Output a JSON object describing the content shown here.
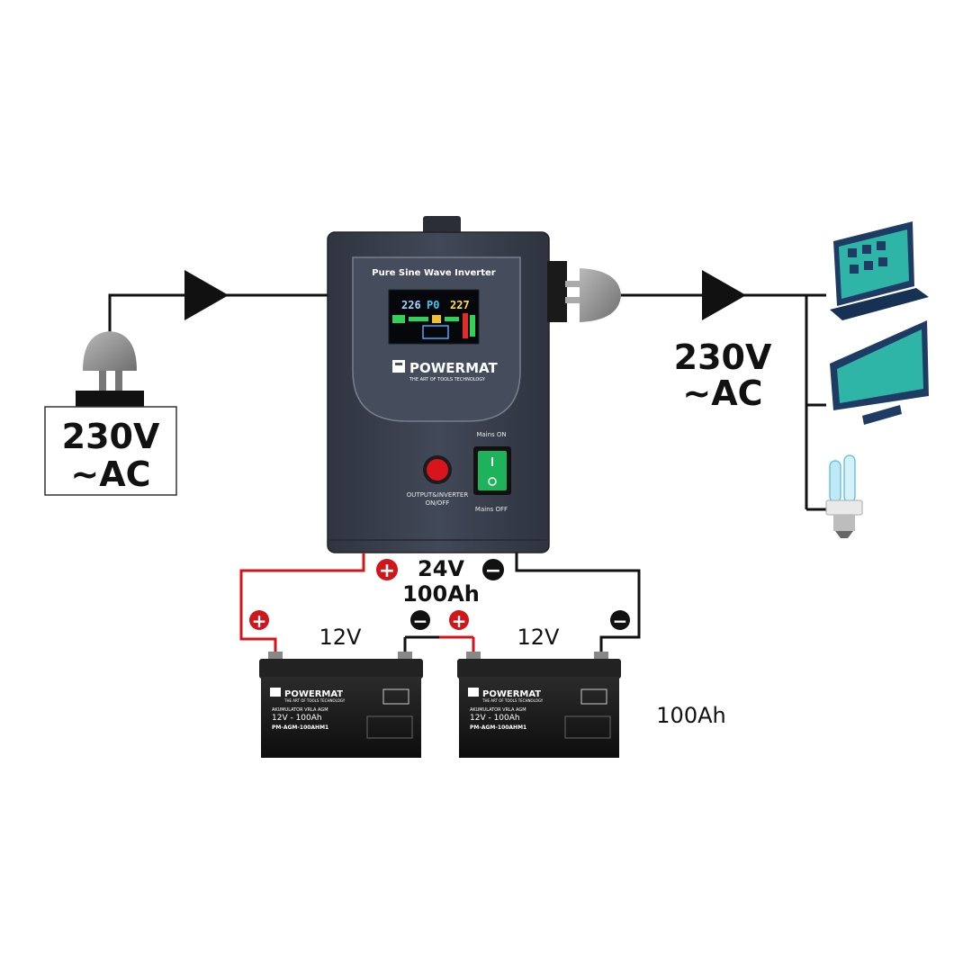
{
  "source": {
    "voltage": "230V",
    "type": "~AC"
  },
  "output": {
    "voltage": "230V",
    "type": "~AC"
  },
  "inverter": {
    "title": "Pure Sine Wave Inverter",
    "brand": "POWERMAT",
    "tagline": "THE ART OF TOOLS TECHNOLOGY",
    "lcd_left": "226",
    "lcd_mid": "P0",
    "lcd_right": "227",
    "button_label_1": "OUTPUT&INVERTER",
    "button_label_2": "ON/OFF",
    "mains_on": "Mains ON",
    "mains_off": "Mains OFF"
  },
  "bank": {
    "voltage": "24V",
    "capacity": "100Ah"
  },
  "batteries": [
    {
      "voltage": "12V",
      "brand": "POWERMAT",
      "tagline": "THE ART OF TOOLS TECHNOLOGY",
      "type": "AKUMULATOR VRLA AGM",
      "rating": "12V - 100Ah",
      "model": "PM-AGM-100AHM1"
    },
    {
      "voltage": "12V",
      "brand": "POWERMAT",
      "tagline": "THE ART OF TOOLS TECHNOLOGY",
      "type": "AKUMULATOR VRLA AGM",
      "rating": "12V - 100Ah",
      "model": "PM-AGM-100AHM1"
    }
  ],
  "capacity_note": "100Ah",
  "terminals": {
    "positive": "+",
    "negative": "−"
  },
  "colors": {
    "positive_wire": "#d0161b",
    "negative_wire": "#111111",
    "inverter_body": "#3b4150",
    "device_teal": "#2fb5a8",
    "device_navy": "#1e3b63"
  },
  "icons": [
    "plug-icon",
    "arrow-right-icon",
    "laptop-icon",
    "monitor-icon",
    "bulb-icon"
  ]
}
